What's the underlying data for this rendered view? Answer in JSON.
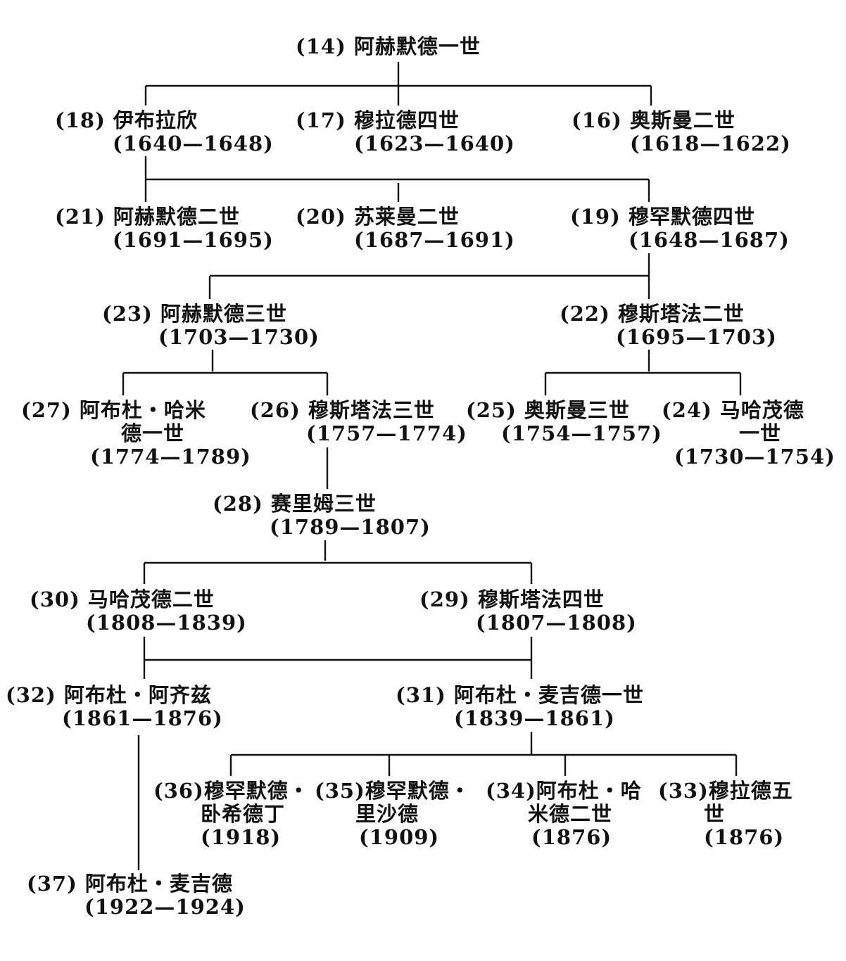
{
  "title_node": {
    "label": "(14) 阿赫默德一世"
  },
  "nodes": {
    "n18": {
      "name": "(18) 伊布拉欣",
      "years": "(1640—1648)"
    },
    "n17": {
      "name": "(17) 穆拉德四世",
      "years": "(1623—1640)"
    },
    "n16": {
      "name": "(16) 奥斯曼二世",
      "years": "(1618—1622)"
    },
    "n21": {
      "name": "(21) 阿赫默德二世",
      "years": "(1691—1695)"
    },
    "n20": {
      "name": "(20) 苏莱曼二世",
      "years": "(1687—1691)"
    },
    "n19": {
      "name": "(19) 穆罕默德四世",
      "years": "(1648—1687)"
    },
    "n23": {
      "name": "(23) 阿赫默德三世",
      "years": "(1703—1730)"
    },
    "n22": {
      "name": "(22) 穆斯塔法二世",
      "years": "(1695—1703)"
    },
    "n27": {
      "name": "(27) 阿布杜・哈米",
      "name2": "德一世",
      "years": "(1774—1789)"
    },
    "n26": {
      "name": "(26) 穆斯塔法三世",
      "years": "(1757—1774)"
    },
    "n25": {
      "name": "(25) 奥斯曼三世",
      "years": "(1754—1757)"
    },
    "n24": {
      "name": "(24) 马哈茂德",
      "name2": "一世",
      "years": "(1730—1754)"
    },
    "n28": {
      "name": "(28) 赛里姆三世",
      "years": "(1789—1807)"
    },
    "n30": {
      "name": "(30) 马哈茂德二世",
      "years": "(1808—1839)"
    },
    "n29": {
      "name": "(29) 穆斯塔法四世",
      "years": "(1807—1808)"
    },
    "n32": {
      "name": "(32) 阿布杜・阿齐兹",
      "years": "(1861—1876)"
    },
    "n31": {
      "name": "(31) 阿布杜・麦吉德一世",
      "years": "(1839—1861)"
    },
    "n36": {
      "name": "(36)穆罕默德・",
      "name2": "卧希德丁",
      "years": "(1918)"
    },
    "n35": {
      "name": "(35)穆罕默德・",
      "name2": "里沙德",
      "years": "(1909)"
    },
    "n34": {
      "name": "(34)阿布杜・哈",
      "name2": "米德二世",
      "years": "(1876)"
    },
    "n33": {
      "name": "(33)穆拉德五",
      "name2": "世",
      "years": "(1876)"
    },
    "n37": {
      "name": "(37) 阿布杜・麦吉德",
      "years": "(1922—1924)"
    }
  }
}
